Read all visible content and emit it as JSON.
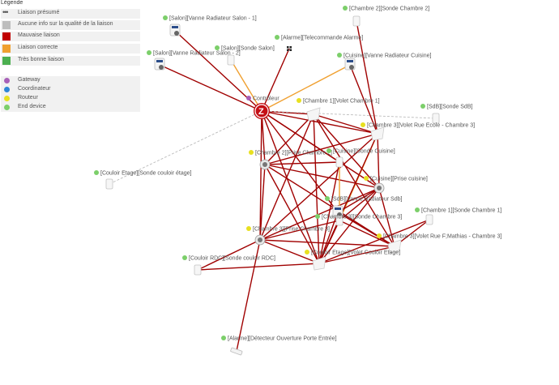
{
  "legend": {
    "title": "Légende",
    "link_items": [
      {
        "label": "Liaison présumé",
        "color": "",
        "kind": "dots"
      },
      {
        "label": "Aucune info sur la qualité de la liaison",
        "color": "#bdbdbd",
        "kind": "swatch"
      },
      {
        "label": "Mauvaise liaison",
        "color": "#c00000",
        "kind": "swatch"
      },
      {
        "label": "Liaison correcte",
        "color": "#f0a030",
        "kind": "swatch"
      },
      {
        "label": "Très bonne liaison",
        "color": "#4caf50",
        "kind": "swatch"
      }
    ],
    "device_items": [
      {
        "label": "Gateway",
        "color": "#a860b8"
      },
      {
        "label": "Coordinateur",
        "color": "#2f86d6"
      },
      {
        "label": "Routeur",
        "color": "#e8e020"
      },
      {
        "label": "End device",
        "color": "#7ccf6a"
      }
    ]
  },
  "nodes": [
    {
      "id": "ctrl",
      "label": "Contrôleur",
      "type": "gateway",
      "icon": "zwave-controller-icon"
    },
    {
      "id": "vanne_salon1",
      "label": "[Salon][Vanne Radiateur Salon - 1]",
      "type": "end",
      "icon": "radiator-valve-icon"
    },
    {
      "id": "vanne_salon2",
      "label": "[Salon][Vanne Radiateur Salon - 2]",
      "type": "end",
      "icon": "radiator-valve-icon"
    },
    {
      "id": "sonde_salon",
      "label": "[Salon][Sonde Salon]",
      "type": "end",
      "icon": "sensor-icon"
    },
    {
      "id": "telecommande",
      "label": "[Alarme][Telecommande Alarme]",
      "type": "end",
      "icon": "remote-icon"
    },
    {
      "id": "sonde_ch2",
      "label": "[Chambre 2][Sonde Chambre 2]",
      "type": "end",
      "icon": "sensor-icon"
    },
    {
      "id": "vanne_cuisine",
      "label": "[Cuisine][Vanne Radiateur Cuisine]",
      "type": "end",
      "icon": "radiator-valve-icon"
    },
    {
      "id": "volet_ch1",
      "label": "[Chambre 1][Volet Chambre 1]",
      "type": "router",
      "icon": "shutter-icon"
    },
    {
      "id": "sonde_sdb",
      "label": "[SdB][Sonde SdB]",
      "type": "end",
      "icon": "sensor-icon"
    },
    {
      "id": "volet_ch3_ecole",
      "label": "[Chambre 3][Volet Rue Ecole - Chambre 3]",
      "type": "router",
      "icon": "shutter-icon"
    },
    {
      "id": "prise_ch2",
      "label": "[Chambre 2][Prise Chambre 2]",
      "type": "router",
      "icon": "plug-icon"
    },
    {
      "id": "sonde_cuisine",
      "label": "[Cuisine][Sonde Cuisine]",
      "type": "end",
      "icon": "sensor-icon"
    },
    {
      "id": "couloir_etage",
      "label": "[Couloir Etage][Sonde couloir étage]",
      "type": "end",
      "icon": "sensor-icon"
    },
    {
      "id": "prise_cuisine",
      "label": "[Cuisine][Prise cuisine]",
      "type": "router",
      "icon": "plug-icon"
    },
    {
      "id": "vanne_sdb",
      "label": "[SdB][Vanne Radiateur Sdb]",
      "type": "end",
      "icon": "radiator-valve-icon"
    },
    {
      "id": "sonde_ch3",
      "label": "[Chambre 3][Sonde Chambre 3]",
      "type": "end",
      "icon": "sensor-icon"
    },
    {
      "id": "sonde_ch1",
      "label": "[Chambre 1][Sonde Chambre 1]",
      "type": "end",
      "icon": "sensor-icon"
    },
    {
      "id": "prise_ch3",
      "label": "[Chambre 3][Prise Chambre 3]",
      "type": "router",
      "icon": "plug-icon"
    },
    {
      "id": "volet_mathias",
      "label": "[Chambre 3][Volet Rue F;Mathias - Chambre 3]",
      "type": "router",
      "icon": "shutter-icon"
    },
    {
      "id": "couloir_rdc",
      "label": "[Couloir RDC][Sonde couloir RDC]",
      "type": "end",
      "icon": "sensor-icon"
    },
    {
      "id": "volet_couloir",
      "label": "[Couloir Etage][Volet Couloir Etage]",
      "type": "router",
      "icon": "shutter-icon"
    },
    {
      "id": "detecteur",
      "label": "[Alarme][Détecteur Ouverture Porte Entrée]",
      "type": "end",
      "icon": "door-sensor-icon"
    }
  ],
  "links": [
    {
      "from": "ctrl",
      "to": "vanne_salon1",
      "q": "bad"
    },
    {
      "from": "ctrl",
      "to": "vanne_salon2",
      "q": "bad"
    },
    {
      "from": "ctrl",
      "to": "sonde_salon",
      "q": "ok"
    },
    {
      "from": "ctrl",
      "to": "telecommande",
      "q": "bad"
    },
    {
      "from": "ctrl",
      "to": "vanne_cuisine",
      "q": "ok"
    },
    {
      "from": "ctrl",
      "to": "volet_ch1",
      "q": "bad"
    },
    {
      "from": "ctrl",
      "to": "volet_ch3_ecole",
      "q": "bad"
    },
    {
      "from": "ctrl",
      "to": "prise_ch2",
      "q": "bad"
    },
    {
      "from": "ctrl",
      "to": "sonde_cuisine",
      "q": "bad"
    },
    {
      "from": "ctrl",
      "to": "prise_cuisine",
      "q": "bad"
    },
    {
      "from": "ctrl",
      "to": "vanne_sdb",
      "q": "bad"
    },
    {
      "from": "ctrl",
      "to": "prise_ch3",
      "q": "bad"
    },
    {
      "from": "ctrl",
      "to": "volet_couloir",
      "q": "bad"
    },
    {
      "from": "ctrl",
      "to": "couloir_etage",
      "q": "presumed"
    },
    {
      "from": "ctrl",
      "to": "sonde_sdb",
      "q": "presumed"
    },
    {
      "from": "sonde_ch2",
      "to": "volet_ch3_ecole",
      "q": "bad"
    },
    {
      "from": "vanne_cuisine",
      "to": "volet_ch3_ecole",
      "q": "bad"
    },
    {
      "from": "volet_ch1",
      "to": "volet_ch3_ecole",
      "q": "bad"
    },
    {
      "from": "volet_ch1",
      "to": "prise_ch2",
      "q": "bad"
    },
    {
      "from": "volet_ch1",
      "to": "prise_cuisine",
      "q": "bad"
    },
    {
      "from": "volet_ch1",
      "to": "prise_ch3",
      "q": "bad"
    },
    {
      "from": "volet_ch1",
      "to": "volet_couloir",
      "q": "bad"
    },
    {
      "from": "volet_ch1",
      "to": "volet_mathias",
      "q": "bad"
    },
    {
      "from": "volet_ch3_ecole",
      "to": "prise_ch2",
      "q": "bad"
    },
    {
      "from": "volet_ch3_ecole",
      "to": "prise_cuisine",
      "q": "bad"
    },
    {
      "from": "volet_ch3_ecole",
      "to": "prise_ch3",
      "q": "bad"
    },
    {
      "from": "volet_ch3_ecole",
      "to": "sonde_ch3",
      "q": "ok"
    },
    {
      "from": "volet_ch3_ecole",
      "to": "volet_couloir",
      "q": "bad"
    },
    {
      "from": "prise_ch2",
      "to": "prise_cuisine",
      "q": "bad"
    },
    {
      "from": "prise_ch2",
      "to": "sonde_cuisine",
      "q": "bad"
    },
    {
      "from": "prise_ch2",
      "to": "volet_couloir",
      "q": "bad"
    },
    {
      "from": "prise_ch2",
      "to": "volet_mathias",
      "q": "bad"
    },
    {
      "from": "prise_ch2",
      "to": "prise_ch3",
      "q": "bad"
    },
    {
      "from": "prise_cuisine",
      "to": "prise_ch3",
      "q": "bad"
    },
    {
      "from": "prise_cuisine",
      "to": "volet_couloir",
      "q": "bad"
    },
    {
      "from": "prise_cuisine",
      "to": "volet_mathias",
      "q": "bad"
    },
    {
      "from": "prise_cuisine",
      "to": "sonde_ch3",
      "q": "bad"
    },
    {
      "from": "prise_cuisine",
      "to": "vanne_sdb",
      "q": "bad"
    },
    {
      "from": "prise_ch3",
      "to": "volet_couloir",
      "q": "bad"
    },
    {
      "from": "prise_ch3",
      "to": "volet_mathias",
      "q": "bad"
    },
    {
      "from": "prise_ch3",
      "to": "couloir_rdc",
      "q": "bad"
    },
    {
      "from": "prise_ch3",
      "to": "detecteur",
      "q": "bad"
    },
    {
      "from": "prise_ch3",
      "to": "sonde_ch3",
      "q": "bad"
    },
    {
      "from": "volet_couloir",
      "to": "volet_mathias",
      "q": "bad"
    },
    {
      "from": "volet_couloir",
      "to": "sonde_ch1",
      "q": "bad"
    },
    {
      "from": "volet_couloir",
      "to": "sonde_ch3",
      "q": "bad"
    },
    {
      "from": "volet_couloir",
      "to": "vanne_sdb",
      "q": "bad"
    },
    {
      "from": "volet_couloir",
      "to": "couloir_rdc",
      "q": "bad"
    },
    {
      "from": "volet_mathias",
      "to": "sonde_ch1",
      "q": "bad"
    },
    {
      "from": "sonde_cuisine",
      "to": "volet_couloir",
      "q": "bad"
    },
    {
      "from": "sonde_cuisine",
      "to": "sonde_ch3",
      "q": "ok"
    },
    {
      "from": "vanne_sdb",
      "to": "volet_mathias",
      "q": "bad"
    },
    {
      "from": "sonde_ch3",
      "to": "volet_mathias",
      "q": "bad"
    },
    {
      "from": "couloir_etage",
      "to": "couloir_etage",
      "q": "presumed"
    }
  ],
  "colors": {
    "bad": "#a00000",
    "ok": "#f0a030",
    "presumed": "#bbbbbb",
    "gateway": "#a860b8",
    "coordinator": "#2f86d6",
    "router": "#e8e020",
    "end": "#7ccf6a"
  }
}
